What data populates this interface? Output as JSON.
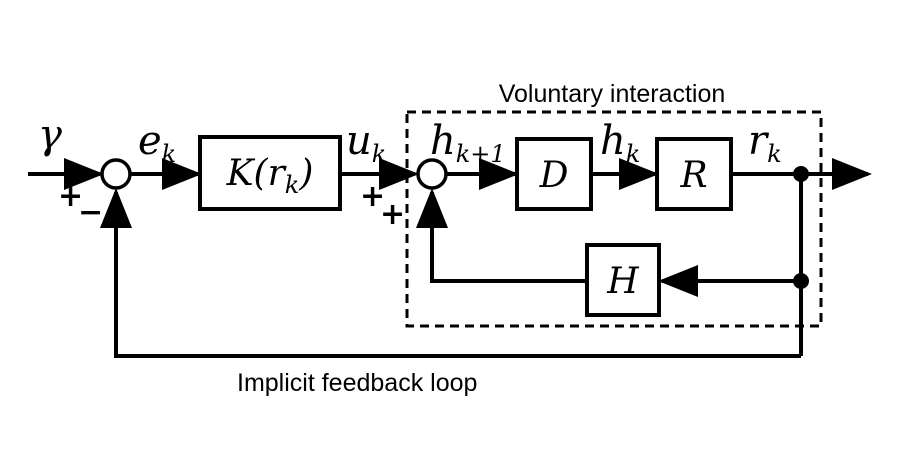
{
  "diagram": {
    "input_signal": "γ",
    "error_signal": {
      "base": "e",
      "sub": "k"
    },
    "control_signal": {
      "base": "u",
      "sub": "k"
    },
    "next_state": {
      "base": "h",
      "sub": "k+1"
    },
    "state": {
      "base": "h",
      "sub": "k"
    },
    "output_signal": {
      "base": "r",
      "sub": "k"
    },
    "blocks": {
      "controller": {
        "base": "K(r",
        "sub": "k",
        "close": ")"
      },
      "dynamics": "D",
      "response": "R",
      "habituation": "H"
    },
    "junction1_signs": {
      "plus": "+",
      "minus": "−"
    },
    "junction2_signs": {
      "plus_left": "+",
      "plus_bottom": "+"
    },
    "group_label": "Voluntary interaction",
    "loop_label": "Implicit feedback loop"
  }
}
